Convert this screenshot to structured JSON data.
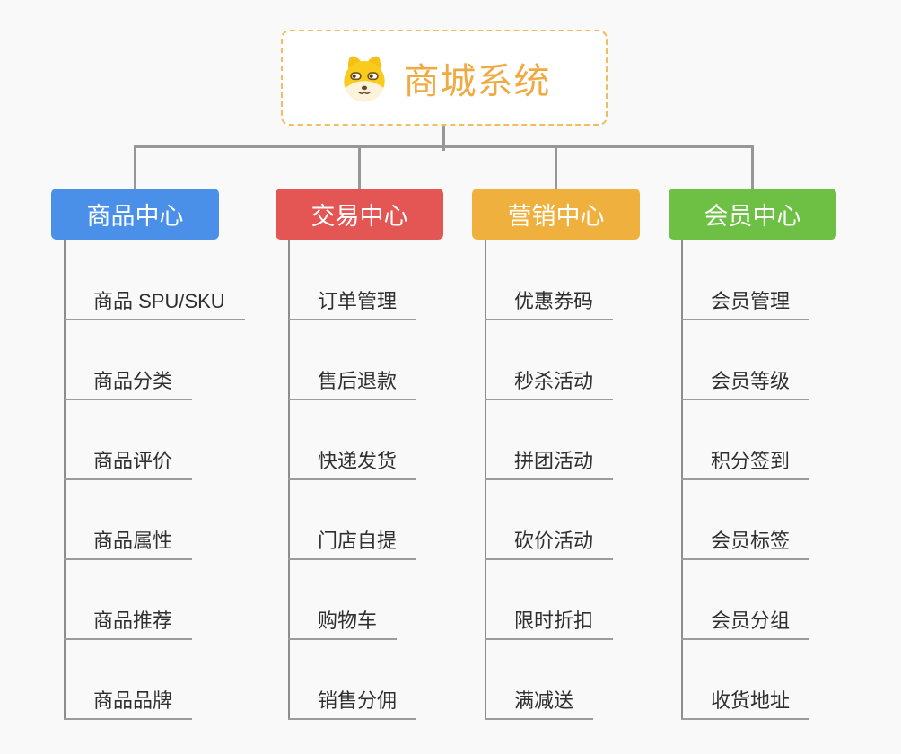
{
  "root": {
    "title": "商城系统",
    "icon": "shiba-dog-icon",
    "title_color": "#F0AA42",
    "border_color": "#F2BD62"
  },
  "connector_color": "#979797",
  "background_color": "#F9F9F9",
  "branches": [
    {
      "label": "商品中心",
      "color": "#4A8FE8",
      "children": [
        "商品 SPU/SKU",
        "商品分类",
        "商品评价",
        "商品属性",
        "商品推荐",
        "商品品牌"
      ]
    },
    {
      "label": "交易中心",
      "color": "#E45653",
      "children": [
        "订单管理",
        "售后退款",
        "快递发货",
        "门店自提",
        "购物车",
        "销售分佣"
      ]
    },
    {
      "label": "营销中心",
      "color": "#EFB03D",
      "children": [
        "优惠券码",
        "秒杀活动",
        "拼团活动",
        "砍价活动",
        "限时折扣",
        "满减送"
      ]
    },
    {
      "label": "会员中心",
      "color": "#6DC044",
      "children": [
        "会员管理",
        "会员等级",
        "积分签到",
        "会员标签",
        "会员分组",
        "收货地址"
      ]
    }
  ]
}
